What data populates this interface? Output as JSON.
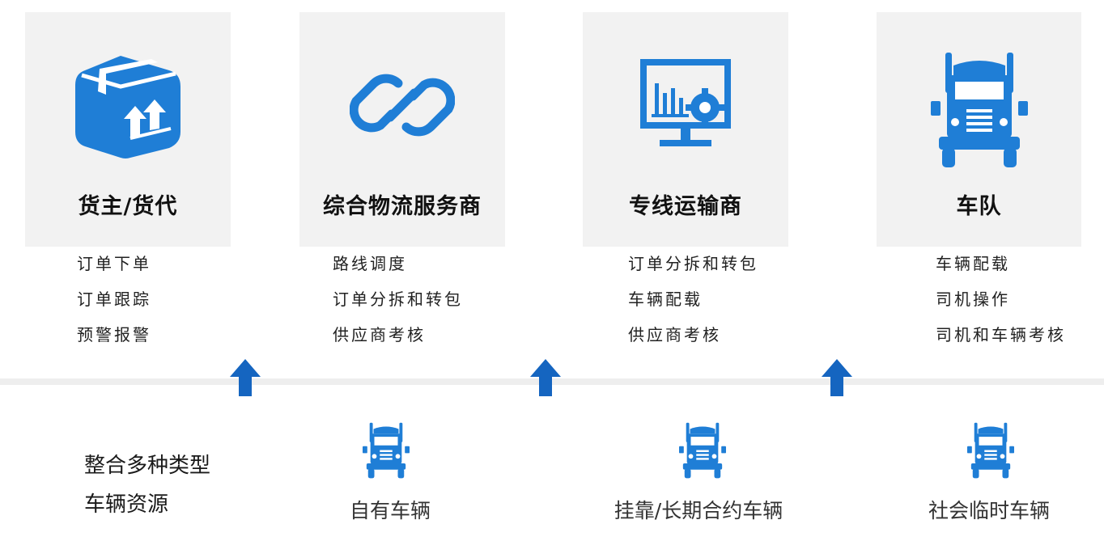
{
  "cards": [
    {
      "icon": "package-box-icon",
      "title": "货主/货代",
      "items": [
        "订单下单",
        "订单跟踪",
        "预警报警"
      ]
    },
    {
      "icon": "link-chain-icon",
      "title": "综合物流服务商",
      "items": [
        "路线调度",
        "订单分拆和转包",
        "供应商考核"
      ]
    },
    {
      "icon": "monitor-chart-gear-icon",
      "title": "专线运输商",
      "items": [
        "订单分拆和转包",
        "车辆配载",
        "供应商考核"
      ]
    },
    {
      "icon": "truck-icon",
      "title": "车队",
      "items": [
        "车辆配载",
        "司机操作",
        "司机和车辆考核"
      ]
    }
  ],
  "summary": {
    "line1": "整合多种类型",
    "line2": "车辆资源"
  },
  "resources": [
    {
      "icon": "truck-icon",
      "label": "自有车辆"
    },
    {
      "icon": "truck-icon",
      "label": "挂靠/长期合约车辆"
    },
    {
      "icon": "truck-icon",
      "label": "社会临时车辆"
    }
  ],
  "colors": {
    "accent": "#1f7ed6",
    "card_bg": "#f2f2f2",
    "divider": "#eeeeee",
    "arrow": "#1565c0"
  }
}
